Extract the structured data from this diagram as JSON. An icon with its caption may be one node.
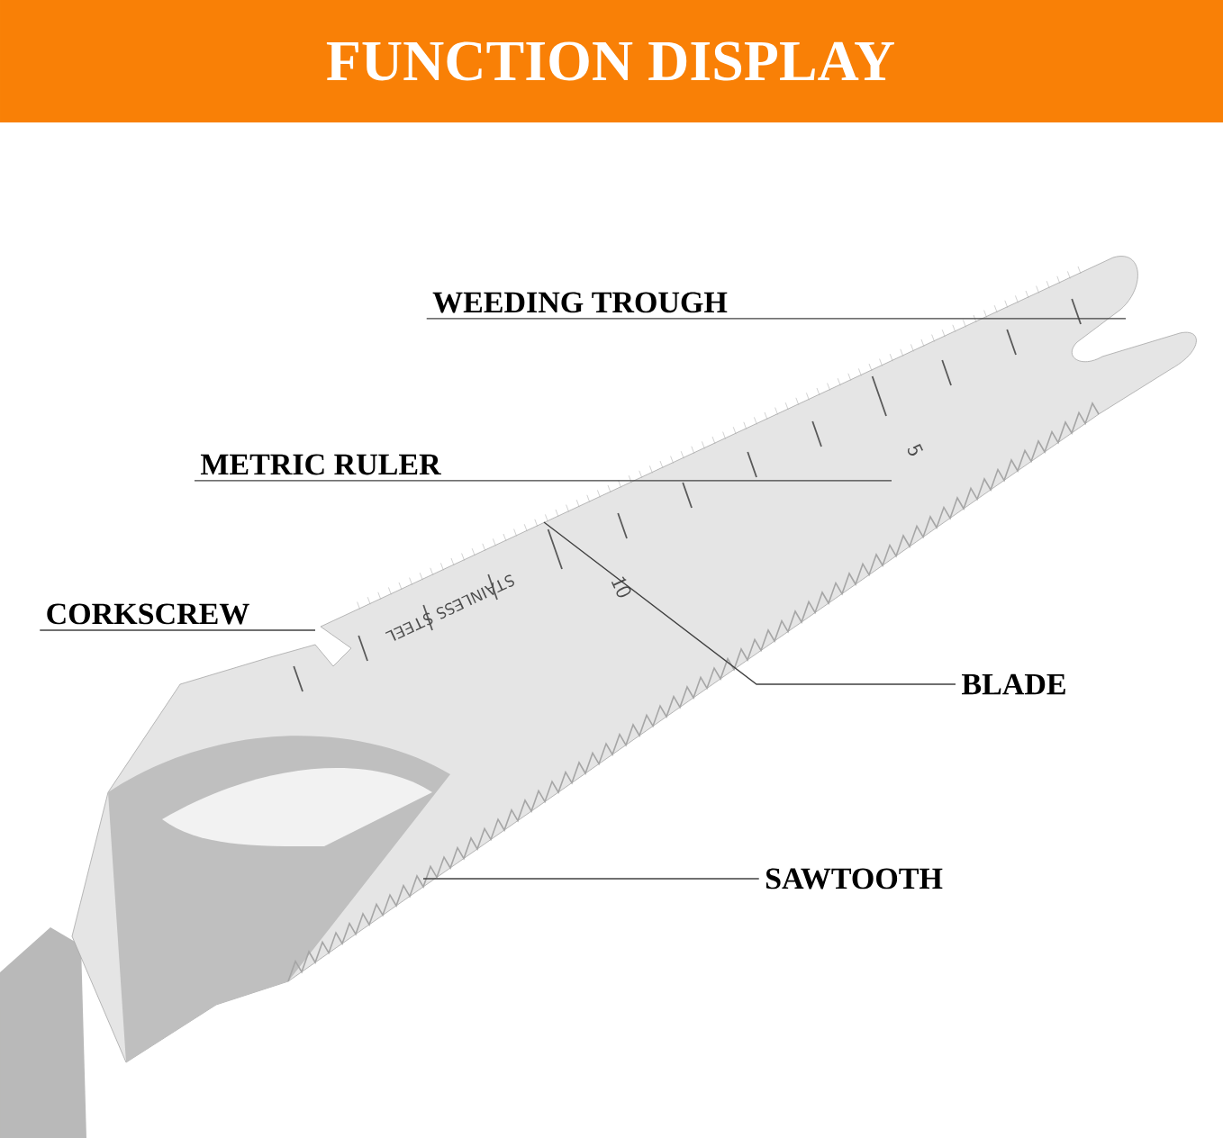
{
  "diagram": {
    "title": "FUNCTION DISPLAY",
    "nodes": [
      {
        "text": [
          "WEEDING TROUGH"
        ]
      },
      {
        "text": [
          "METRIC RULER"
        ]
      },
      {
        "text": [
          "CORKSCREW"
        ]
      },
      {
        "text": [
          "BLADE"
        ]
      },
      {
        "text": [
          "SAWTOOTH"
        ]
      }
    ],
    "edges": [
      {
        "from": 0,
        "to": null,
        "arrow": "none"
      },
      {
        "from": 1,
        "to": null,
        "arrow": "none"
      },
      {
        "from": 2,
        "to": null,
        "arrow": "none"
      },
      {
        "from": 3,
        "to": null,
        "arrow": "none"
      },
      {
        "from": 4,
        "to": null,
        "arrow": "none"
      }
    ],
    "labels": [
      "STAINLESS STEEL",
      "10",
      "5"
    ]
  }
}
